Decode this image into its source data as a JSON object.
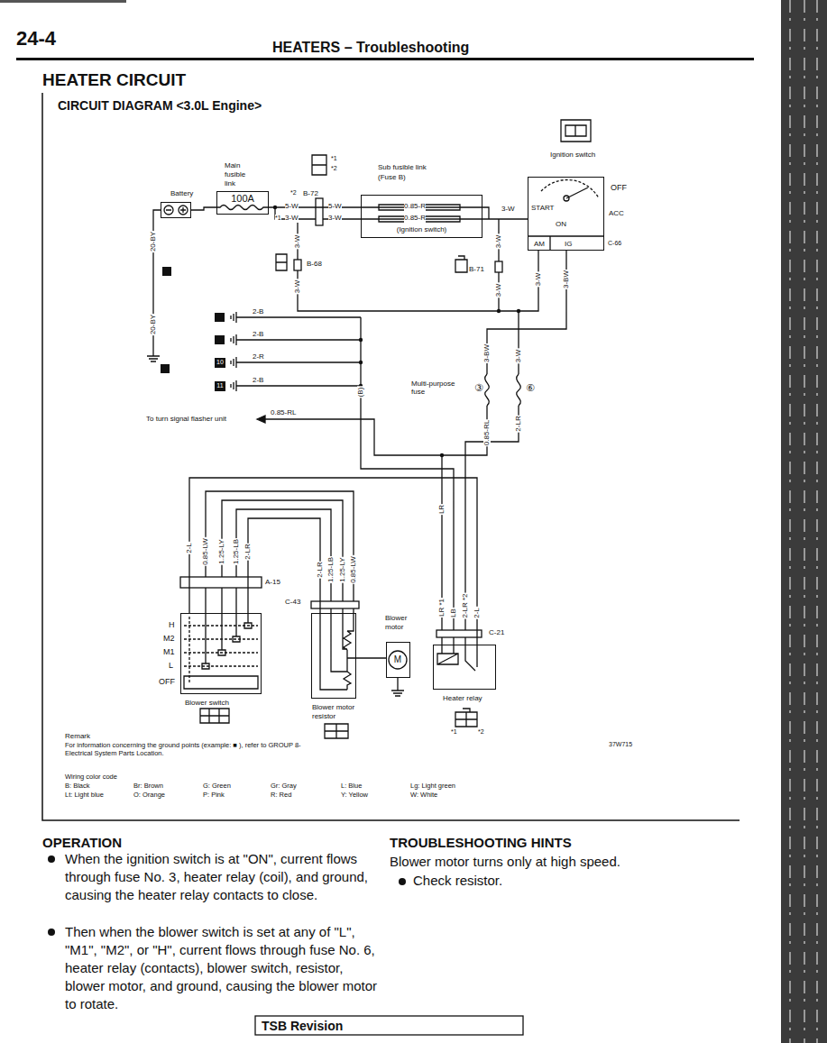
{
  "diagram": {
    "title": "HEATER CIRCUIT",
    "nodes": [
      {
        "text": [
          "Battery"
        ]
      },
      {
        "text": [
          "Main fusible link",
          "100A"
        ]
      },
      {
        "text": [
          "Sub fusible link (Fuse B)",
          "(Ignition switch)"
        ]
      },
      {
        "text": [
          "Ignition switch"
        ]
      },
      {
        "text": [
          "Blower switch"
        ]
      },
      {
        "text": [
          "Blower motor resistor"
        ]
      },
      {
        "text": [
          "Blower motor"
        ]
      },
      {
        "text": [
          "Heater relay"
        ]
      }
    ],
    "edges": [
      {
        "from": 0,
        "to": 1,
        "arrow": "none"
      },
      {
        "from": 1,
        "to": 2,
        "arrow": "none"
      },
      {
        "from": 2,
        "to": 3,
        "arrow": "none"
      },
      {
        "from": 7,
        "to": 4,
        "arrow": "none"
      },
      {
        "from": 4,
        "to": 5,
        "arrow": "none"
      },
      {
        "from": 5,
        "to": 6,
        "arrow": "none"
      }
    ],
    "labels": [
      "24-4",
      "HEATERS – Troubleshooting",
      "CIRCUIT DIAGRAM <3.0L Engine>",
      "*1",
      "*2",
      "*2",
      "B-72",
      "5-W",
      "*1",
      "3-W",
      "5-W",
      "3-W",
      "0.85-R",
      "0.85-R",
      "3-W",
      "START",
      "ON",
      "ACC",
      "OFF",
      "AM",
      "IG",
      "C-66",
      "3-W",
      "3-BW",
      "B-68",
      "3-W",
      "3-W",
      "B-71",
      "3-W",
      "3-W",
      "20-BY",
      "20-BY",
      "2-B",
      "2-B",
      "10",
      "2-R",
      "11",
      "2-B",
      "(B)",
      "To turn signal flasher unit",
      "0.85-RL",
      "Multi-purpose fuse",
      "③",
      "⑥",
      "3-BW",
      "3-W",
      "0.85-RL",
      "2-LR",
      "LR",
      "2-L",
      "0.85-LW",
      "1.25-LY",
      "1.25-LB",
      "2-LR",
      "A-15",
      "2-LR",
      "1.25-LB",
      "1.25-LY",
      "0.85-LW",
      "C-43",
      "H",
      "M2",
      "M1",
      "L",
      "OFF",
      "M",
      "LR *1",
      "LB",
      "2-LR *2",
      "2-L",
      "C-21",
      "*1",
      "*2",
      "37W715",
      "Remark",
      "For information concerning the ground points (example: ■ ), refer to GROUP 8-Electrical System Parts Location.",
      "Wiring color code",
      "B: Black",
      "Br: Brown",
      "G: Green",
      "Gr: Gray",
      "L: Blue",
      "Lg: Light green",
      "Lt: Light blue",
      "O: Orange",
      "P: Pink",
      "R: Red",
      "Y: Yellow",
      "W: White",
      "OPERATION",
      "When the ignition switch is at \"ON\", current flows through fuse No. 3, heater relay (coil), and ground, causing the heater relay contacts to close.",
      "Then when the blower switch is set at any of \"L\", \"M1\", \"M2\", or \"H\", current flows through fuse No. 6, heater relay (contacts), blower switch, resistor, blower motor, and ground, causing the blower motor to rotate.",
      "TROUBLESHOOTING HINTS",
      "Blower motor turns only at high speed.",
      "Check resistor.",
      "TSB Revision"
    ]
  }
}
